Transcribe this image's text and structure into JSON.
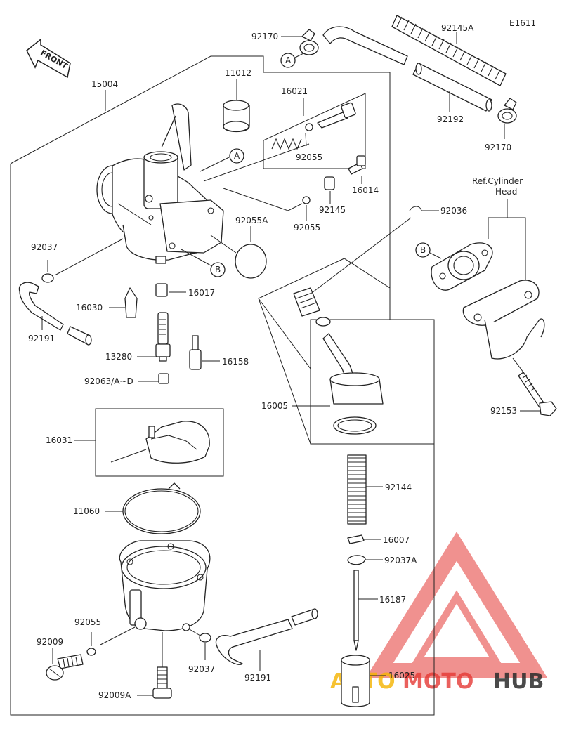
{
  "diagram": {
    "code": "E1611",
    "front_label": "FRONT",
    "ref_label_line1": "Ref.Cylinder",
    "ref_label_line2": "Head",
    "callout_a": "A",
    "callout_b": "B",
    "watermark_brand": {
      "part1": "AUTO",
      "part2": "MOTO",
      "part3": "HUB",
      "color_orange": "#f5b400",
      "color_red": "#e53935",
      "color_dark": "#2b2b2b"
    }
  },
  "labels": {
    "p92170_top": "92170",
    "p92145A": "92145A",
    "p15004": "15004",
    "p11012": "11012",
    "p16021": "16021",
    "p92055_a": "92055",
    "p16014": "16014",
    "p92145": "92145",
    "p92055_b": "92055",
    "p92055A": "92055A",
    "p92192": "92192",
    "p92170_bot": "92170",
    "p92036": "92036",
    "p92037_top": "92037",
    "p16017": "16017",
    "p16030": "16030",
    "p92191_left": "92191",
    "p13280": "13280",
    "p16158": "16158",
    "p92063": "92063/A~D",
    "p16005": "16005",
    "p92153": "92153",
    "p16031": "16031",
    "p92144": "92144",
    "p11060": "11060",
    "p16007": "16007",
    "p92037A": "92037A",
    "p16187": "16187",
    "p92055_c": "92055",
    "p92009": "92009",
    "p92037_bot": "92037",
    "p92191_bot": "92191",
    "p16025": "16025",
    "p92009A": "92009A"
  }
}
